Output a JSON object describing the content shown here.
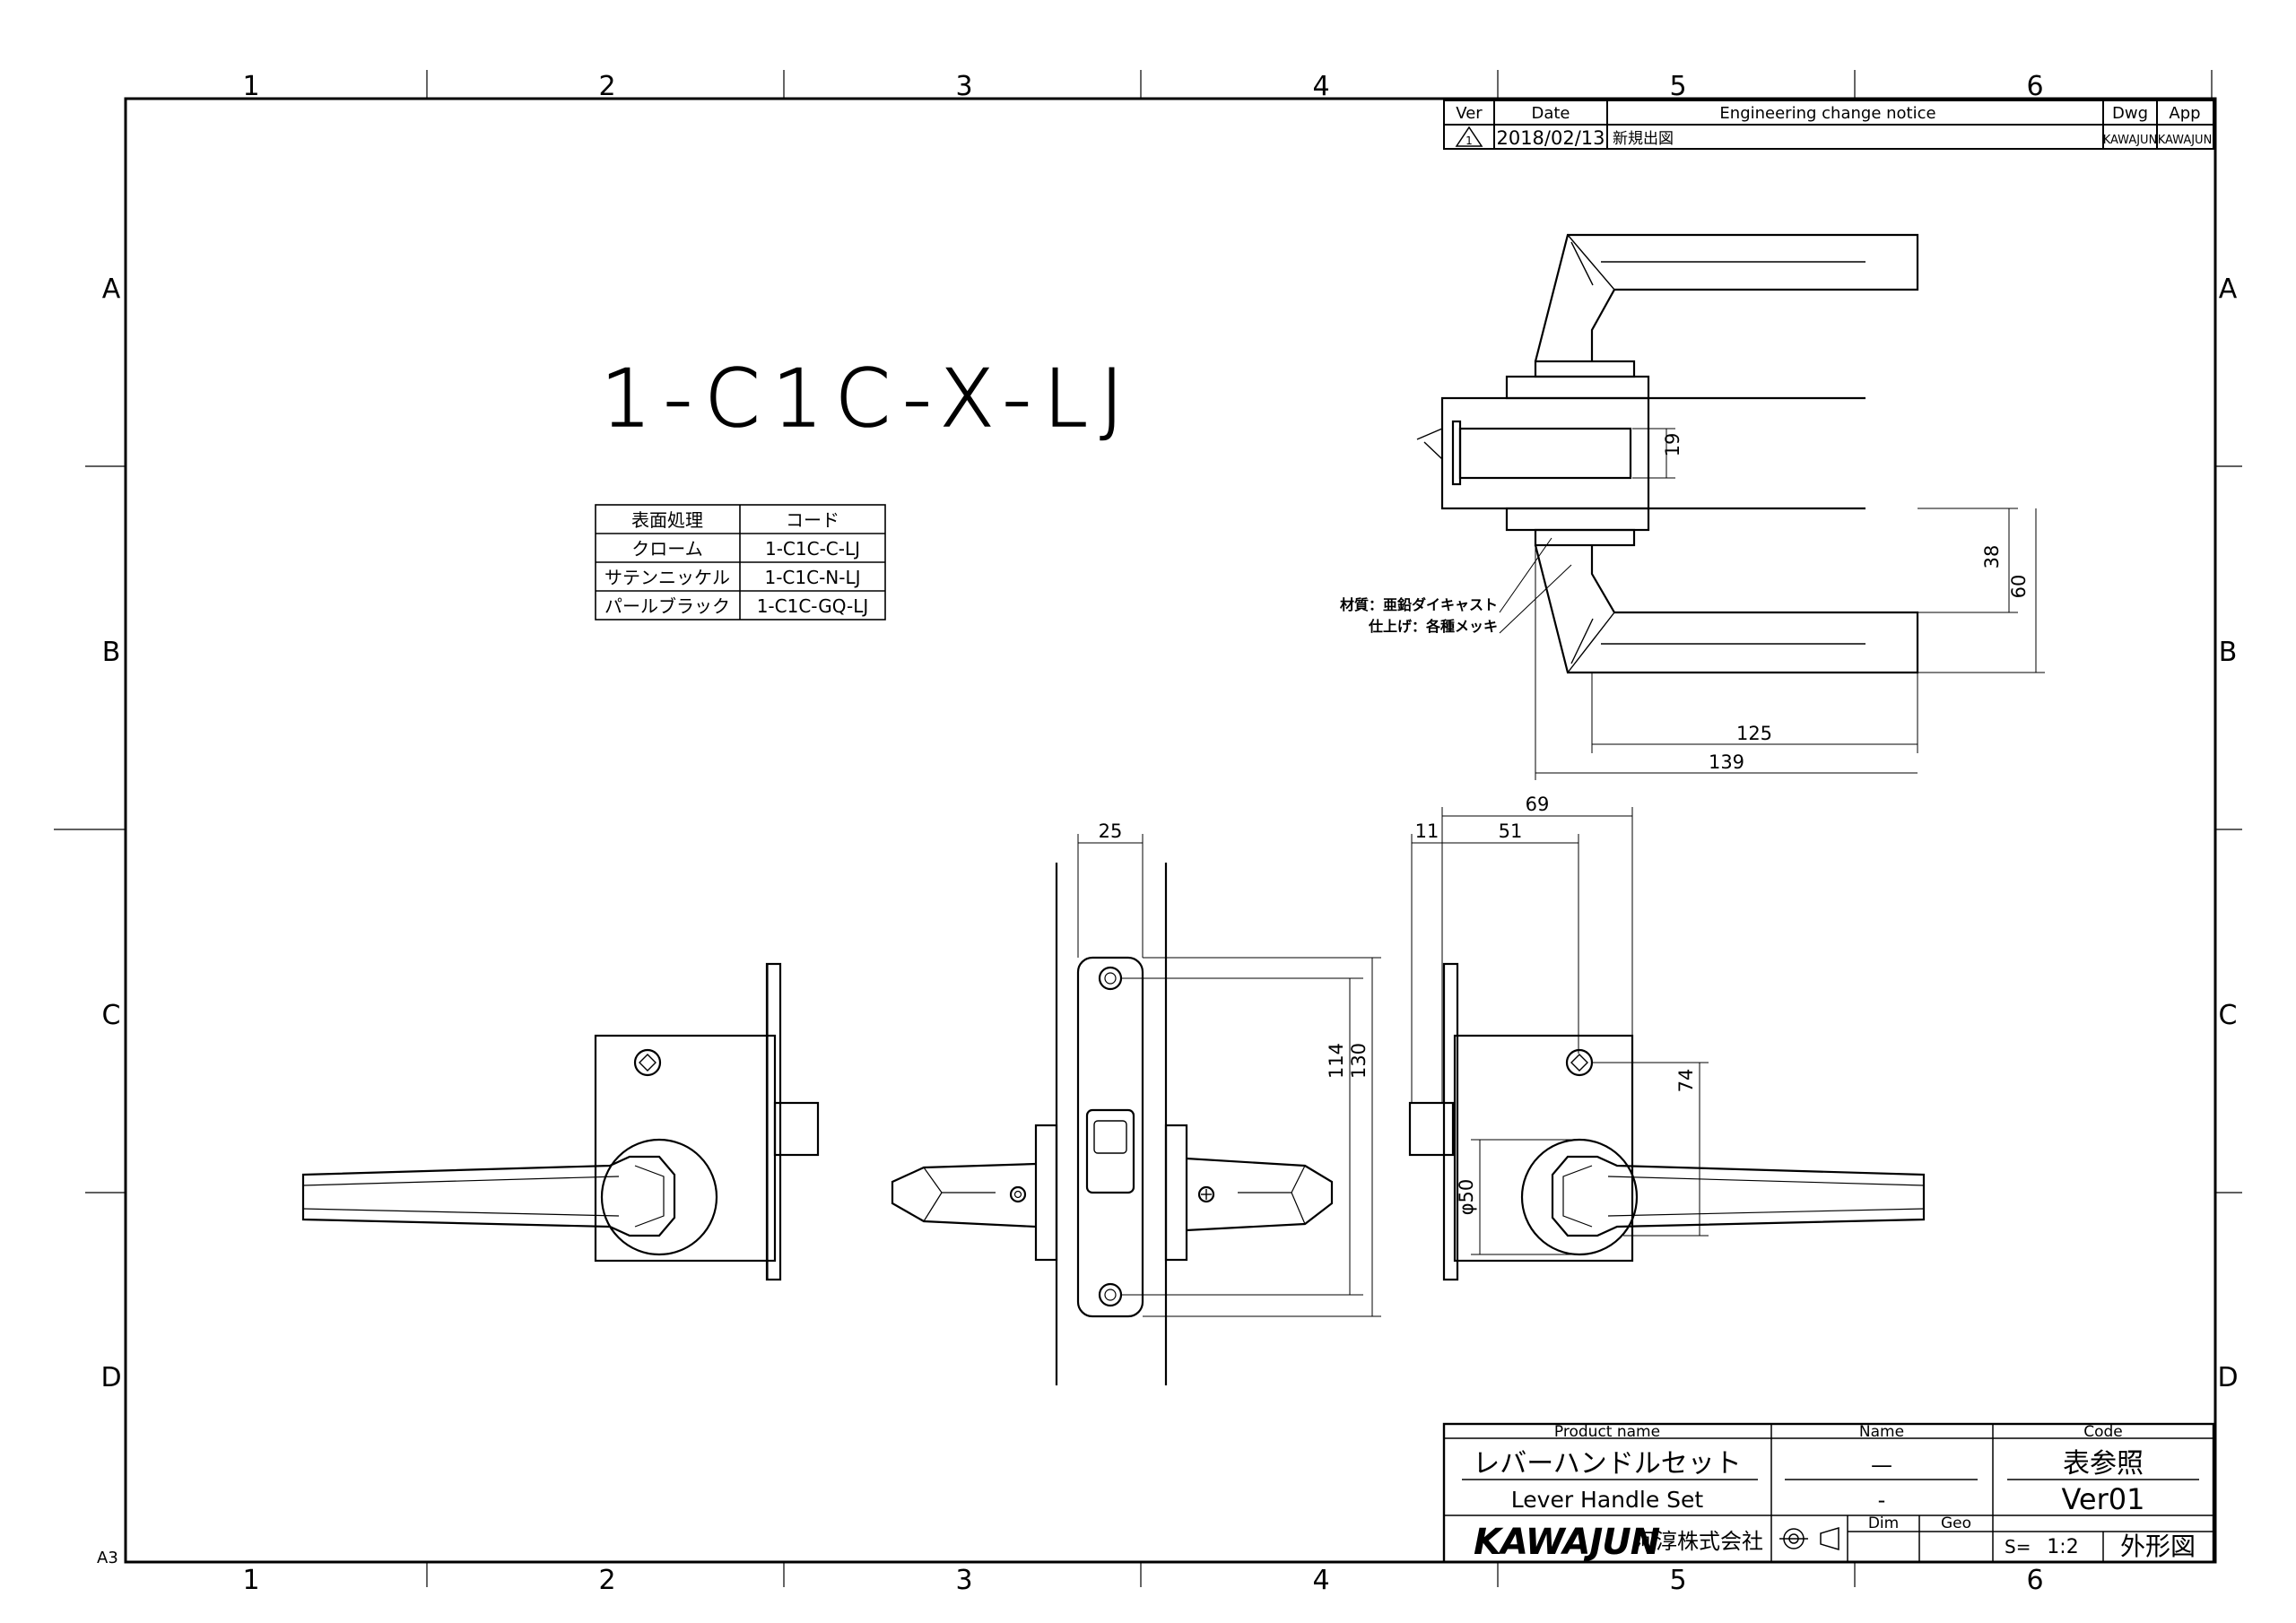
{
  "sheet_size": "A3",
  "zone_columns": [
    "1",
    "2",
    "3",
    "4",
    "5",
    "6"
  ],
  "zone_rows": [
    "A",
    "B",
    "C",
    "D"
  ],
  "part_number": "1-C1C-X-LJ",
  "revision_block": {
    "headers": [
      "Ver",
      "Date",
      "Engineering change notice",
      "Dwg",
      "App"
    ],
    "rows": [
      {
        "ver": "1",
        "date": "2018/02/13",
        "notice": "新規出図",
        "dwg": "KAWAJUN",
        "app": "KAWAJUN"
      }
    ]
  },
  "finish_table": {
    "headers": [
      "表面処理",
      "コード"
    ],
    "rows": [
      {
        "finish": "クローム",
        "code": "1-C1C-C-LJ"
      },
      {
        "finish": "サテンニッケル",
        "code": "1-C1C-N-LJ"
      },
      {
        "finish": "パールブラック",
        "code": "1-C1C-GQ-LJ"
      }
    ]
  },
  "notes": {
    "material": "材質：亜鉛ダイキャスト",
    "finish": "仕上げ：各種メッキ"
  },
  "dimensions": {
    "d19": "19",
    "d38": "38",
    "d60": "60",
    "d125": "125",
    "d139": "139",
    "d25": "25",
    "d11": "11",
    "d51": "51",
    "d69": "69",
    "d114": "114",
    "d130": "130",
    "d74": "74",
    "d50": "φ50"
  },
  "title_block": {
    "product_name_header": "Product name",
    "name_header": "Name",
    "code_header": "Code",
    "product_name_jp": "レバーハンドルセット",
    "product_name_en": "Lever Handle Set",
    "name_line1": "—",
    "name_line2": "-",
    "code_value": "表参照",
    "code_version": "Ver01",
    "brand": "KAWAJUN",
    "company": "河淳株式会社",
    "dim_label": "Dim",
    "geo_label": "Geo",
    "scale_label": "S=",
    "scale_value": "1:2",
    "drawing_type": "外形図"
  }
}
